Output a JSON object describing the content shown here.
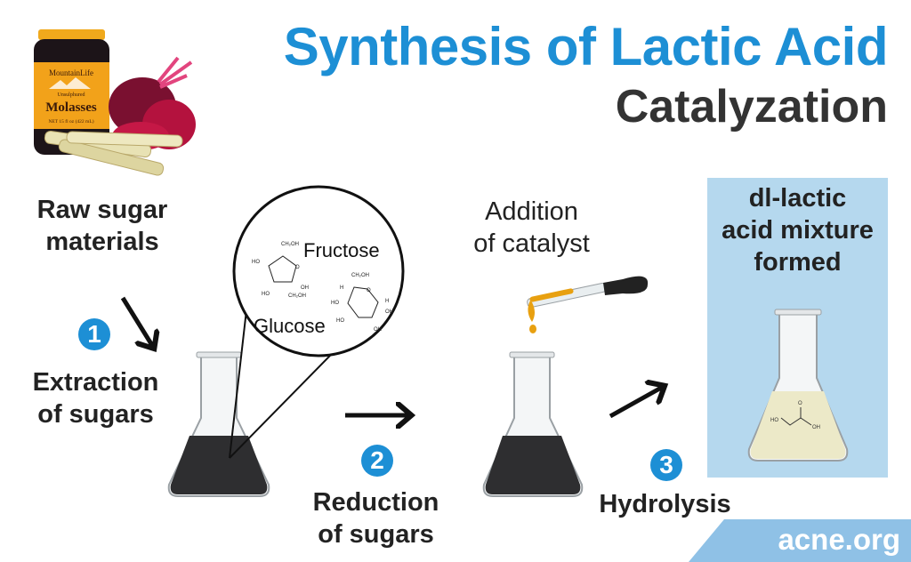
{
  "header": {
    "title": "Synthesis of Lactic Acid",
    "subtitle": "Catalyzation"
  },
  "jar": {
    "brand": "MountainLife",
    "type": "Unsulphured",
    "name": "Molasses",
    "net": "NET 15 fl oz (422 mL)"
  },
  "raw_materials": {
    "line1": "Raw sugar",
    "line2": "materials"
  },
  "steps": [
    {
      "number": "1",
      "line1": "Extraction",
      "line2": "of sugars"
    },
    {
      "number": "2",
      "line1": "Reduction",
      "line2": "of sugars"
    },
    {
      "number": "3",
      "line1": "Hydrolysis"
    }
  ],
  "magnifier": {
    "fructose": "Fructose",
    "glucose": "Glucose",
    "ch2oh": "CH₂OH",
    "ho": "HO",
    "oh": "OH",
    "o": "O",
    "h": "H"
  },
  "catalyst": {
    "line1": "Addition",
    "line2": "of catalyst"
  },
  "result": {
    "line1": "dl-lactic",
    "line2": "acid mixture",
    "line3": "formed",
    "ho": "HO",
    "oh": "OH",
    "o": "O"
  },
  "logo": "acne.org",
  "colors": {
    "accent": "#1d8fd5",
    "panel": "#b5d8ee",
    "dark_liquid": "#2e2e30",
    "result_liquid": "#ece9c8"
  }
}
